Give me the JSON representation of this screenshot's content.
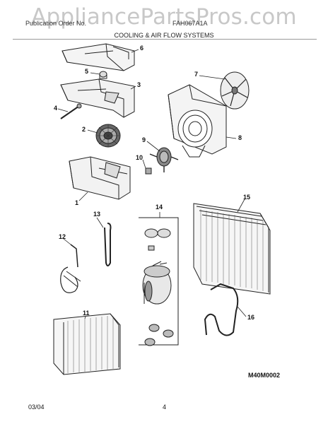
{
  "watermark": "AppliancePartsPros.com",
  "header": {
    "left": "Publication Order No.",
    "right": "FAH067A1A"
  },
  "title": "COOLING & AIR FLOW SYSTEMS",
  "callouts": [
    "1",
    "2",
    "3",
    "4",
    "5",
    "6",
    "7",
    "8",
    "9",
    "10",
    "11",
    "12",
    "13",
    "14",
    "15",
    "16"
  ],
  "diagram_code": "M40M0002",
  "footer": {
    "date": "03/04",
    "page": "4"
  }
}
